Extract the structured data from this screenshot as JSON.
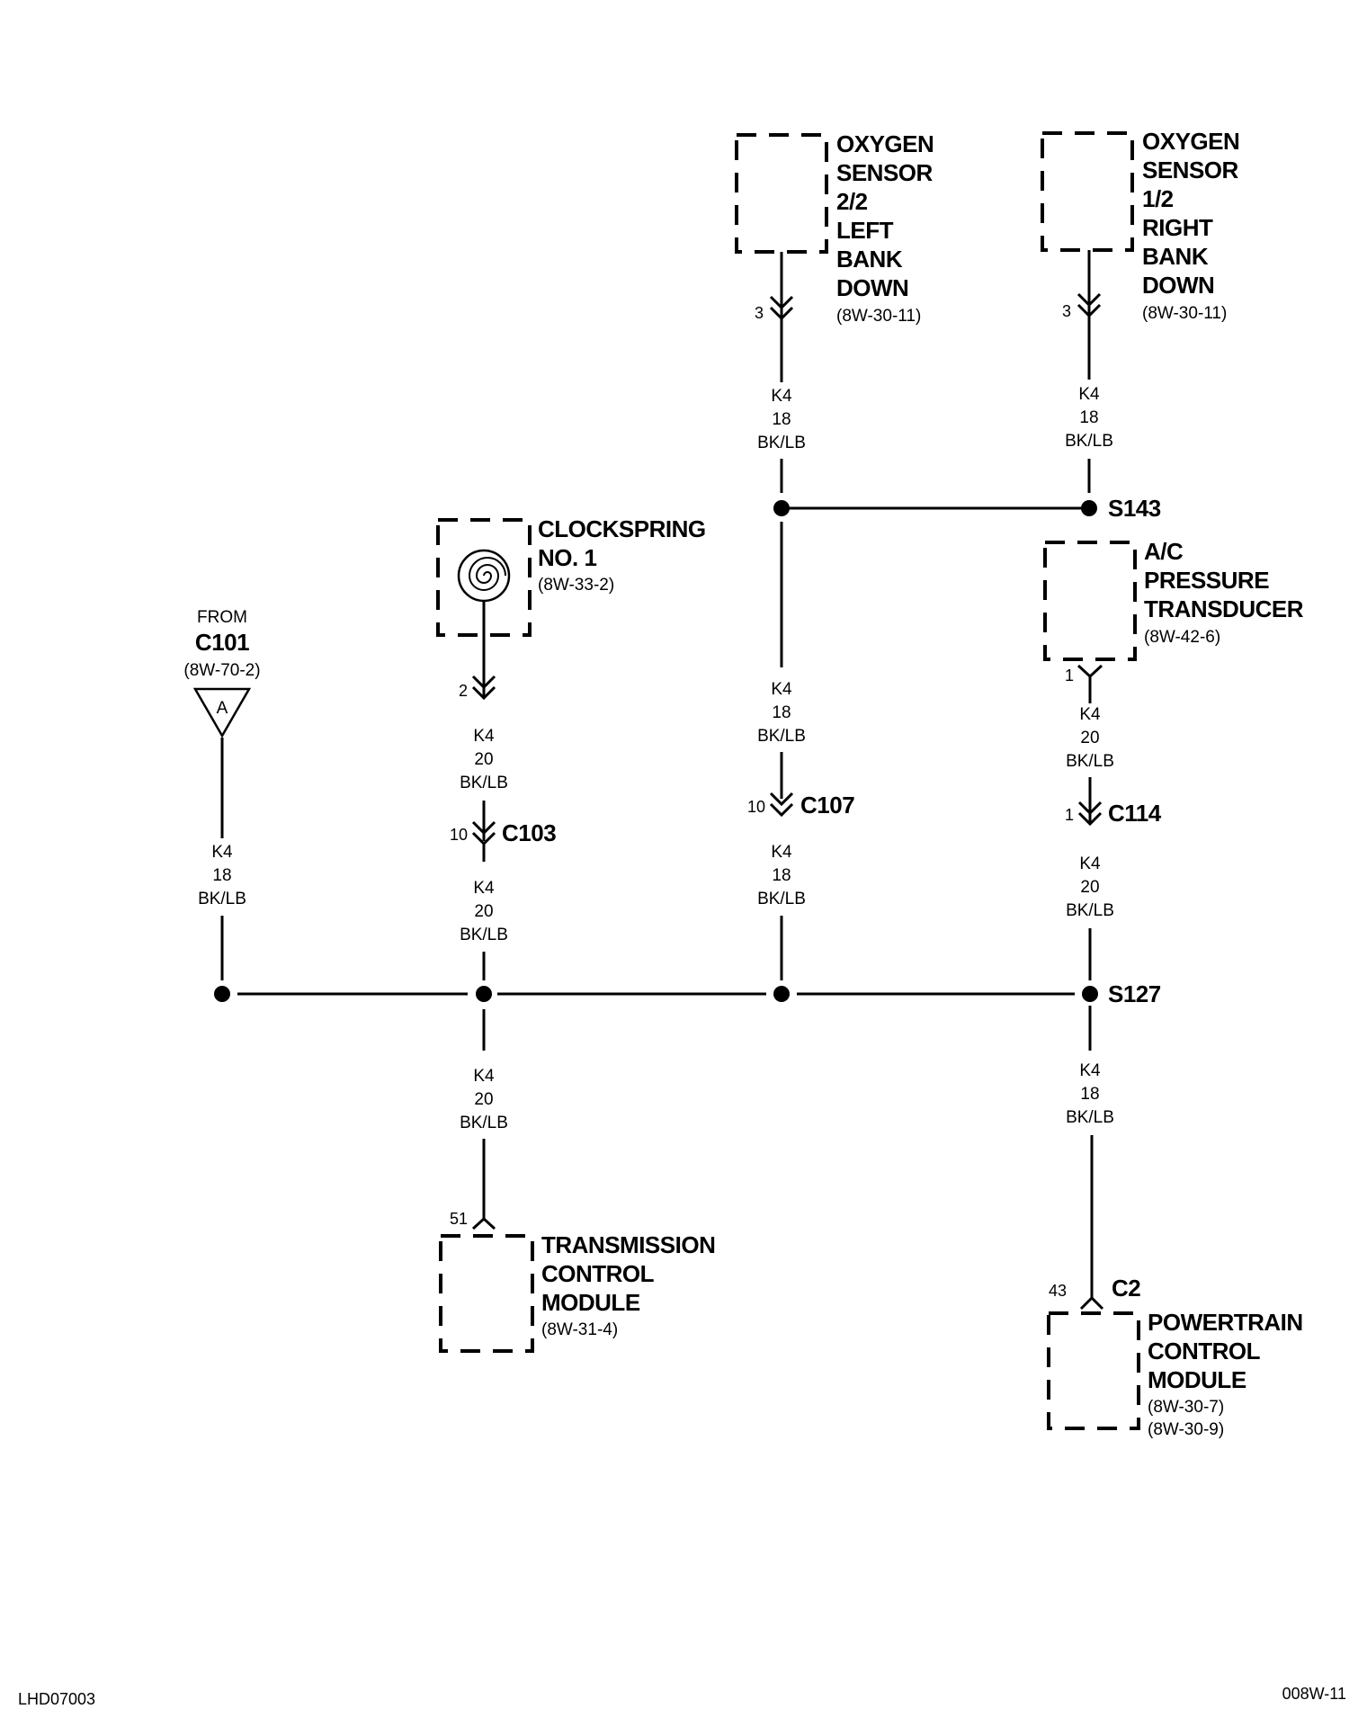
{
  "components": {
    "o2_left": {
      "lines": [
        "OXYGEN",
        "SENSOR",
        "2/2",
        "LEFT",
        "BANK",
        "DOWN"
      ],
      "ref": "(8W-30-11)",
      "pin": "3"
    },
    "o2_right": {
      "lines": [
        "OXYGEN",
        "SENSOR",
        "1/2",
        "RIGHT",
        "BANK",
        "DOWN"
      ],
      "ref": "(8W-30-11)",
      "pin": "3"
    },
    "clockspring": {
      "lines": [
        "CLOCKSPRING",
        "NO. 1"
      ],
      "ref": "(8W-33-2)",
      "pin": "2"
    },
    "ac_pressure": {
      "lines": [
        "A/C",
        "PRESSURE",
        "TRANSDUCER"
      ],
      "ref": "(8W-42-6)",
      "pin": "1"
    },
    "tcm": {
      "lines": [
        "TRANSMISSION",
        "CONTROL",
        "MODULE"
      ],
      "ref": "(8W-31-4)",
      "pin": "51"
    },
    "pcm": {
      "lines": [
        "POWERTRAIN",
        "CONTROL",
        "MODULE"
      ],
      "refs": [
        "(8W-30-7)",
        "(8W-30-9)"
      ],
      "pin": "43",
      "connector": "C2"
    }
  },
  "from_c101": {
    "from": "FROM",
    "name": "C101",
    "ref": "(8W-70-2)",
    "flag": "A"
  },
  "connectors": {
    "c103": {
      "name": "C103",
      "pin": "10"
    },
    "c107": {
      "name": "C107",
      "pin": "10"
    },
    "c114": {
      "name": "C114",
      "pin": "1"
    }
  },
  "splices": {
    "s143": "S143",
    "s127": "S127"
  },
  "wires": {
    "o2l": [
      "K4",
      "18",
      "BK/LB"
    ],
    "o2r": [
      "K4",
      "18",
      "BK/LB"
    ],
    "mid_upper": [
      "K4",
      "18",
      "BK/LB"
    ],
    "mid_lower": [
      "K4",
      "18",
      "BK/LB"
    ],
    "cs_upper": [
      "K4",
      "20",
      "BK/LB"
    ],
    "cs_lower": [
      "K4",
      "20",
      "BK/LB"
    ],
    "ac_upper": [
      "K4",
      "20",
      "BK/LB"
    ],
    "ac_lower": [
      "K4",
      "20",
      "BK/LB"
    ],
    "c101": [
      "K4",
      "18",
      "BK/LB"
    ],
    "tcm": [
      "K4",
      "20",
      "BK/LB"
    ],
    "pcm": [
      "K4",
      "18",
      "BK/LB"
    ]
  },
  "footer": {
    "left": "LHD07003",
    "right": "008W-11"
  }
}
